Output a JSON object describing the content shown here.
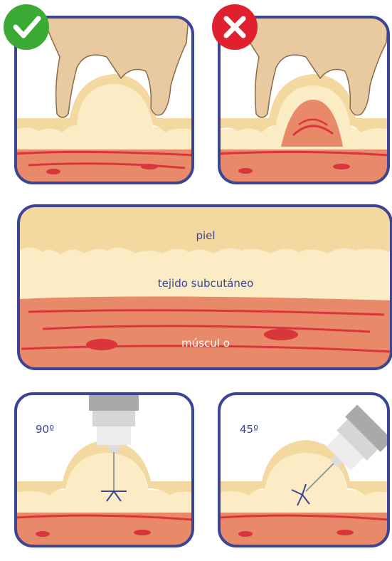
{
  "panels": {
    "correct": {
      "status_icon": "check-icon",
      "status_color": "#3aaa35"
    },
    "incorrect": {
      "status_icon": "cross-icon",
      "status_color": "#e0202e"
    },
    "layers": {
      "skin_label": "piel",
      "subcutaneous_label": "tejido subcutáneo",
      "muscle_label": "múscul o"
    },
    "angle90": {
      "angle_label": "90º"
    },
    "angle45": {
      "angle_label": "45º"
    }
  },
  "colors": {
    "border": "#3a4594",
    "skin": "#f3d9a0",
    "subcutaneous": "#fbecc6",
    "muscle": "#e8896a",
    "muscle_fiber": "#d8353c",
    "hand": "#e9c9a0",
    "syringe": "#cfcfcf"
  }
}
